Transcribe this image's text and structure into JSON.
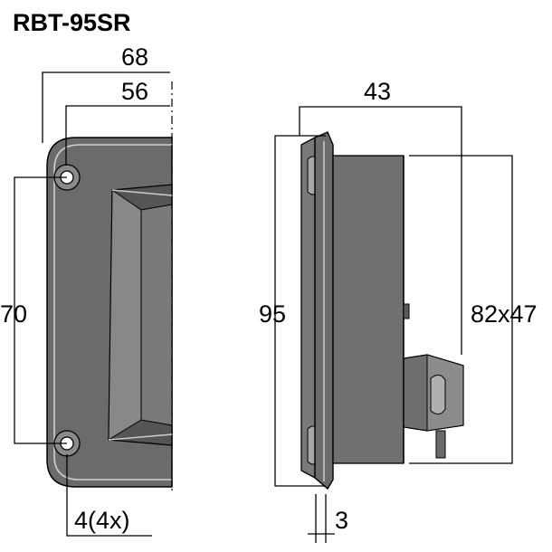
{
  "title": "RBT-95SR",
  "front_view": {
    "width_outer": "68",
    "width_inner": "56",
    "hole_spacing": "70",
    "hole_diameter": "4(4x)"
  },
  "side_view": {
    "depth": "43",
    "height": "95",
    "magnet_size": "82x47",
    "flange_thickness": "3"
  },
  "colors": {
    "body": "#6b6b6b",
    "body_dark": "#4a4a4a",
    "body_light": "#9a9a9a",
    "line": "#000000",
    "background": "#ffffff"
  }
}
